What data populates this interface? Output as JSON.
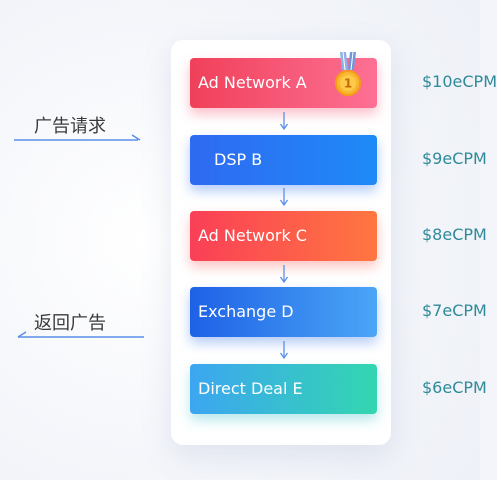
{
  "request_label": "广告请求",
  "return_label": "返回广告",
  "waterfall": [
    {
      "name": "Ad Network A",
      "price": "$10eCPM"
    },
    {
      "name": "DSP B",
      "price": "$9eCPM"
    },
    {
      "name": "Ad Network C",
      "price": "$8eCPM"
    },
    {
      "name": "Exchange D",
      "price": "$7eCPM"
    },
    {
      "name": "Direct Deal E",
      "price": "$6eCPM"
    }
  ],
  "medal_rank": "1",
  "colors": {
    "arrow": "#5a8fe8",
    "price": "#2f8a99",
    "card_a": "#f0405a",
    "card_b": "#2f6af2",
    "card_c": "#fa3f57",
    "card_d": "#1e61e6",
    "card_e": "#33d6b0"
  },
  "icons": {
    "medal": "gold-medal-icon",
    "flow": "down-arrow-icon"
  }
}
